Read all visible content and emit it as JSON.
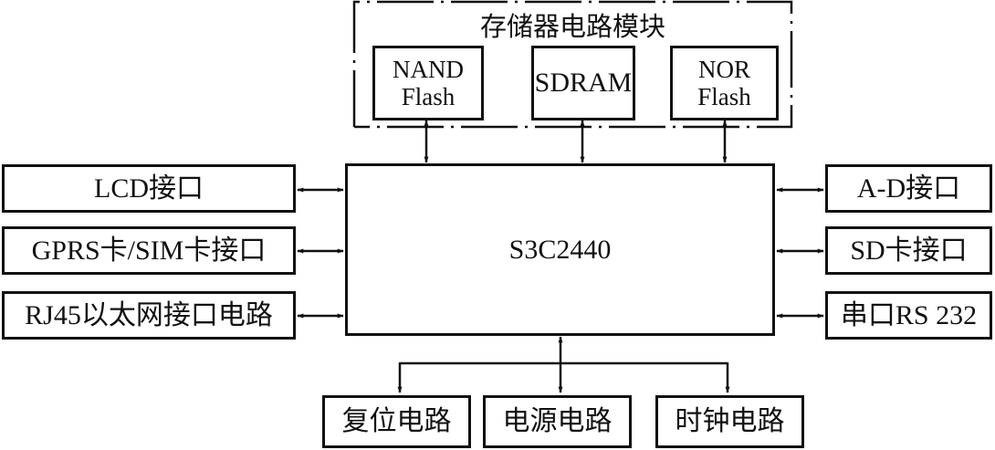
{
  "memory_module": {
    "title": "存储器电路模块",
    "nand": "NAND\nFlash",
    "sdram": "SDRAM",
    "nor": "NOR\nFlash"
  },
  "cpu": {
    "label": "S3C2440"
  },
  "left_interfaces": [
    "LCD接口",
    "GPRS卡/SIM卡接口",
    "RJ45以太网接口电路"
  ],
  "right_interfaces": [
    "A-D接口",
    "SD卡接口",
    "串口RS 232"
  ],
  "bottom_circuits": [
    "复位电路",
    "电源电路",
    "时钟电路"
  ]
}
